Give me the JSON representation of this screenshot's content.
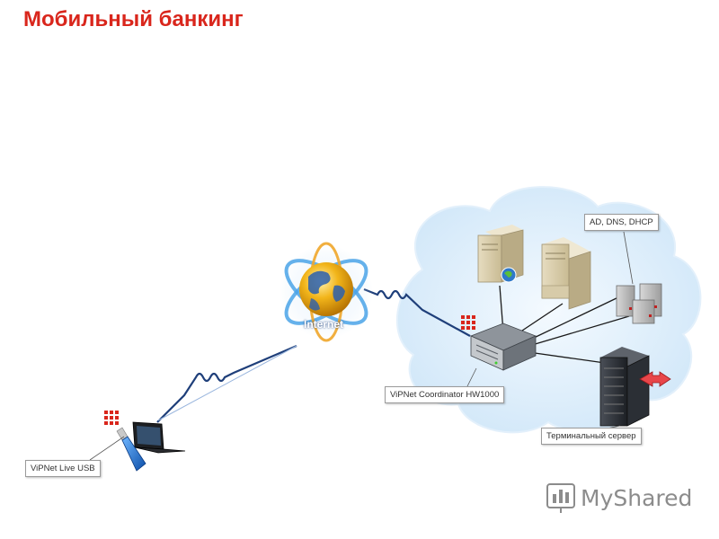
{
  "slide": {
    "title": "Мобильный банкинг"
  },
  "labels": {
    "internet": "Internet",
    "ad_dns_dhcp": "AD, DNS, DHCP",
    "coordinator": "ViPNet Coordinator HW1000",
    "live_usb": "ViPNet Live USB",
    "terminal_server": "Терминальный сервер"
  },
  "watermark": {
    "text": "MyShared"
  },
  "colors": {
    "title": "#d9261c",
    "cloud": "#dceefb",
    "link": "#1f3f7a",
    "vipnet_red": "#d9261c"
  }
}
